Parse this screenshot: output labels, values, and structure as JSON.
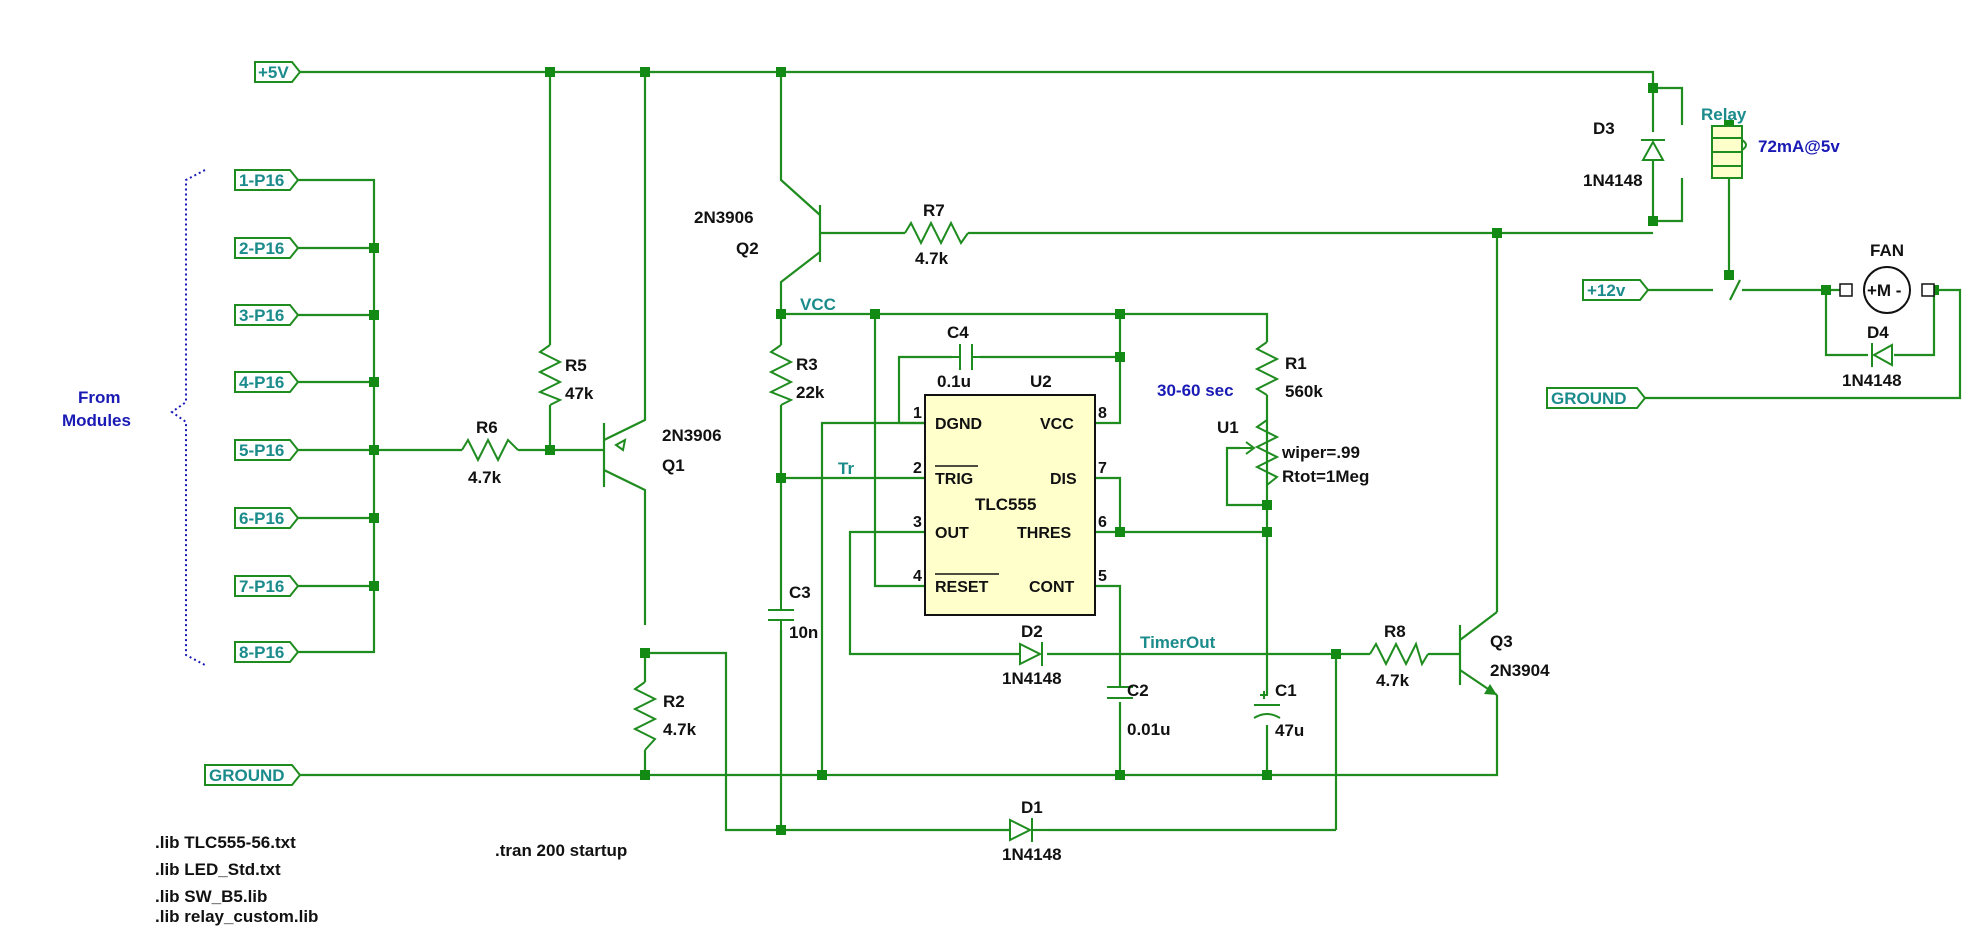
{
  "ports": {
    "p5v": "+5V",
    "p12v": "+12v",
    "gnd_left": "GROUND",
    "gnd_right": "GROUND",
    "modules": [
      "1-P16",
      "2-P16",
      "3-P16",
      "4-P16",
      "5-P16",
      "6-P16",
      "7-P16",
      "8-P16"
    ]
  },
  "labels": {
    "from_modules_1": "From",
    "from_modules_2": "Modules",
    "r6": "R6",
    "r6_val": "4.7k",
    "r5": "R5",
    "r5_val": "47k",
    "q1": "Q1",
    "q1_type": "2N3906",
    "r2": "R2",
    "r2_val": "4.7k",
    "q2": "Q2",
    "q2_type": "2N3906",
    "r7": "R7",
    "r7_val": "4.7k",
    "r3": "R3",
    "r3_val": "22k",
    "c3": "C3",
    "c3_val": "10n",
    "c4": "C4",
    "c4_val": "0.1u",
    "u2": "U2",
    "u2_part": "TLC555",
    "r1": "R1",
    "r1_val": "560k",
    "u1": "U1",
    "u1_wiper": "wiper=.99",
    "u1_rtot": "Rtot=1Meg",
    "delay_note": "30-60 sec",
    "c1": "C1",
    "c1_val": "47u",
    "c2": "C2",
    "c2_val": "0.01u",
    "d2": "D2",
    "d2_val": "1N4148",
    "d1": "D1",
    "d1_val": "1N4148",
    "d3": "D3",
    "d3_val": "1N4148",
    "d4": "D4",
    "d4_val": "1N4148",
    "r8": "R8",
    "r8_val": "4.7k",
    "q3": "Q3",
    "q3_type": "2N3904",
    "relay": "Relay",
    "relay_note": "72mA@5v",
    "fan": "FAN",
    "motor": "+M -"
  },
  "nets": {
    "vcc": "VCC",
    "tr": "Tr",
    "timerout": "TimerOut"
  },
  "ic_pins": {
    "p1": "1",
    "p2": "2",
    "p3": "3",
    "p4": "4",
    "p5": "5",
    "p6": "6",
    "p7": "7",
    "p8": "8",
    "dgnd": "DGND",
    "trig": "TRIG",
    "out": "OUT",
    "reset": "RESET",
    "vcc": "VCC",
    "dis": "DIS",
    "thres": "THRES",
    "cont": "CONT"
  },
  "directives": {
    "lib1": ".lib TLC555-56.txt",
    "lib2": ".lib LED_Std.txt",
    "lib3": ".lib SW_B5.lib",
    "lib4": ".lib relay_custom.lib",
    "tran": ".tran 200 startup"
  }
}
